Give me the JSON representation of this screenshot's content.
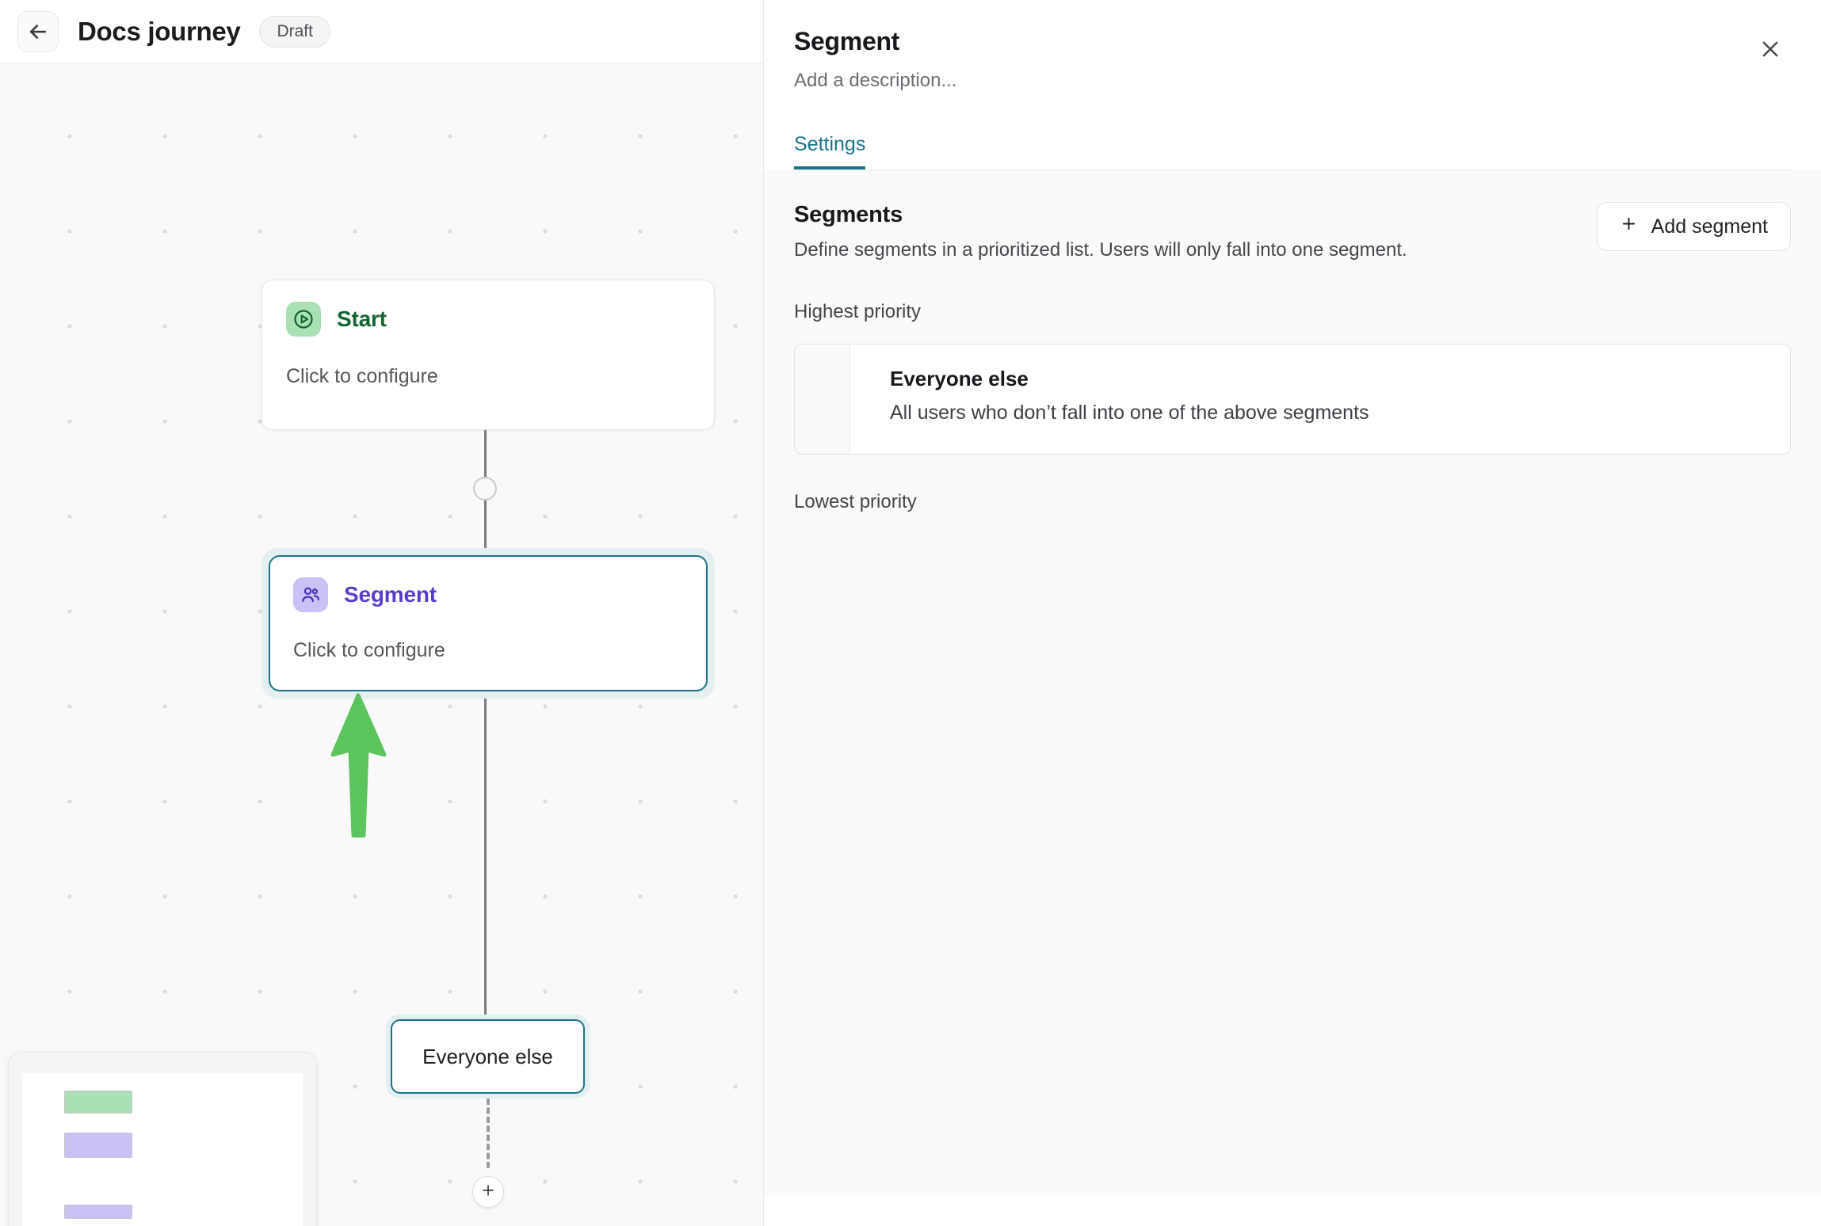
{
  "topbar": {
    "back_icon": "arrow-left-icon",
    "title": "Docs journey",
    "status_badge": "Draft"
  },
  "canvas": {
    "nodes": [
      {
        "id": "start",
        "icon": "play-circle-icon",
        "title": "Start",
        "subtitle": "Click to configure",
        "selected": false,
        "icon_bg": "#a9e0b4",
        "title_color": "#13652f"
      },
      {
        "id": "segment",
        "icon": "users-icon",
        "title": "Segment",
        "subtitle": "Click to configure",
        "selected": true,
        "icon_bg": "#c9c2f5",
        "title_color": "#5b3ec8"
      },
      {
        "id": "everyone-else",
        "label": "Everyone else",
        "selected": true
      }
    ],
    "add_step_icon": "plus-icon",
    "edge_handle_icon": "edge-handle-circle",
    "annotation": "green-arrow-up",
    "selection_color": "#1b7487",
    "selection_halo": "#e3eff1"
  },
  "minimap": {
    "name": "minimap",
    "nodes": [
      {
        "color": "#a9e0b4"
      },
      {
        "color": "#c9c2f5"
      },
      {
        "color": "#c9c2f5"
      }
    ]
  },
  "panel": {
    "title": "Segment",
    "description_placeholder": "Add a description...",
    "close_icon": "close-icon",
    "tabs": [
      {
        "label": "Settings",
        "active": true
      }
    ],
    "accent_color": "#1b7487",
    "segments_section": {
      "heading": "Segments",
      "description": "Define segments in a prioritized list. Users will only fall into one segment.",
      "add_button": {
        "icon": "plus-icon",
        "label": "Add segment"
      },
      "highest_priority_label": "Highest priority",
      "lowest_priority_label": "Lowest priority",
      "items": [
        {
          "name": "Everyone else",
          "description": "All users who don’t fall into one of the above segments"
        }
      ]
    }
  }
}
